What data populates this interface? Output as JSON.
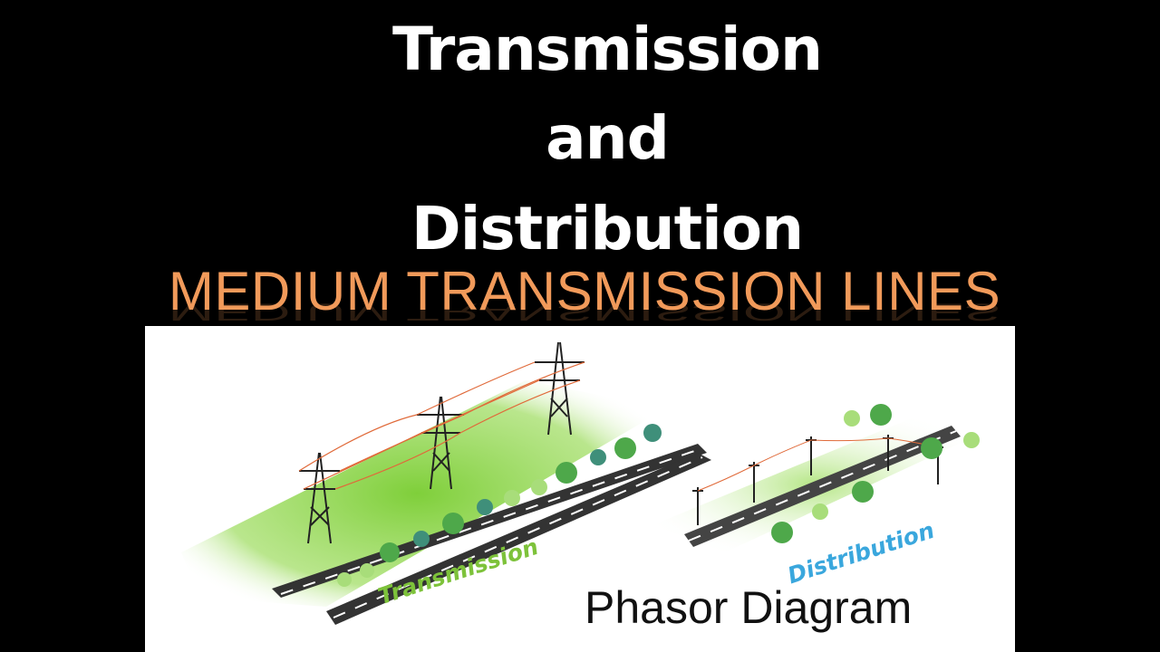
{
  "title": {
    "line1": "Transmission",
    "line2": "and",
    "line3": "Distribution"
  },
  "subtitle": "MEDIUM TRANSMISSION LINES",
  "illustration": {
    "transmission_label": "Transmission",
    "distribution_label": "Distribution",
    "caption": "Phasor Diagram"
  },
  "colors": {
    "background": "#000000",
    "title_text": "#ffffff",
    "subtitle_text": "#f19a5a",
    "transmission_green": "#7dc23a",
    "distribution_blue": "#3aa7dd",
    "grass": "#8fd14f",
    "road": "#333333",
    "wire": "#e06a3a"
  }
}
